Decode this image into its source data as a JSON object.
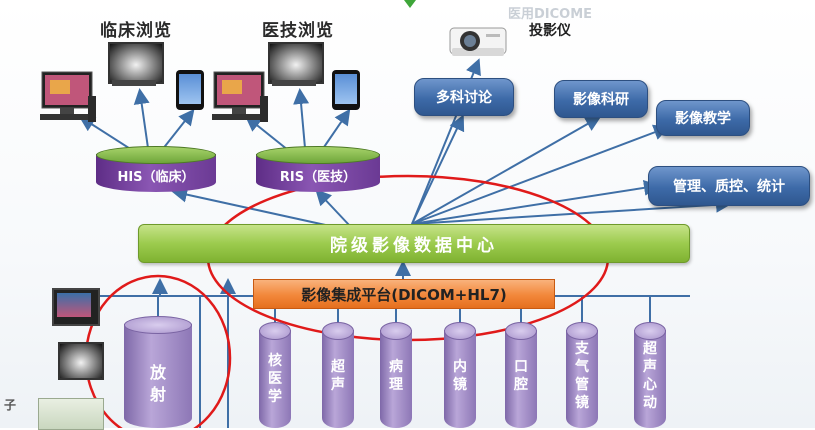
{
  "top": {
    "clinical_browse": "临床浏览",
    "tech_browse": "医技浏览",
    "projector_line1": "医用DICOME",
    "projector_line2": "投影仪"
  },
  "systems": {
    "his": "HIS（临床）",
    "ris": "RIS（医技）"
  },
  "apps": [
    "多科讨论",
    "影像科研",
    "影像教学",
    "管理、质控、统计"
  ],
  "center": "院级影像数据中心",
  "platform": "影像集成平台(DICOM+HL7)",
  "departments": {
    "radiology": "放射",
    "items": [
      "核医学",
      "超声",
      "病理",
      "内镜",
      "口腔",
      "支气管镜",
      "超声心动"
    ]
  },
  "left_partial_label": "子",
  "colors": {
    "pill": "#3d6aa8",
    "center": "#9ccb4e",
    "platform": "#f2873a",
    "cylinder": "#a893cb",
    "system_cylinder": "#6b3a94",
    "ellipse": "#e01a1a",
    "arrow": "#3f6fa6"
  }
}
